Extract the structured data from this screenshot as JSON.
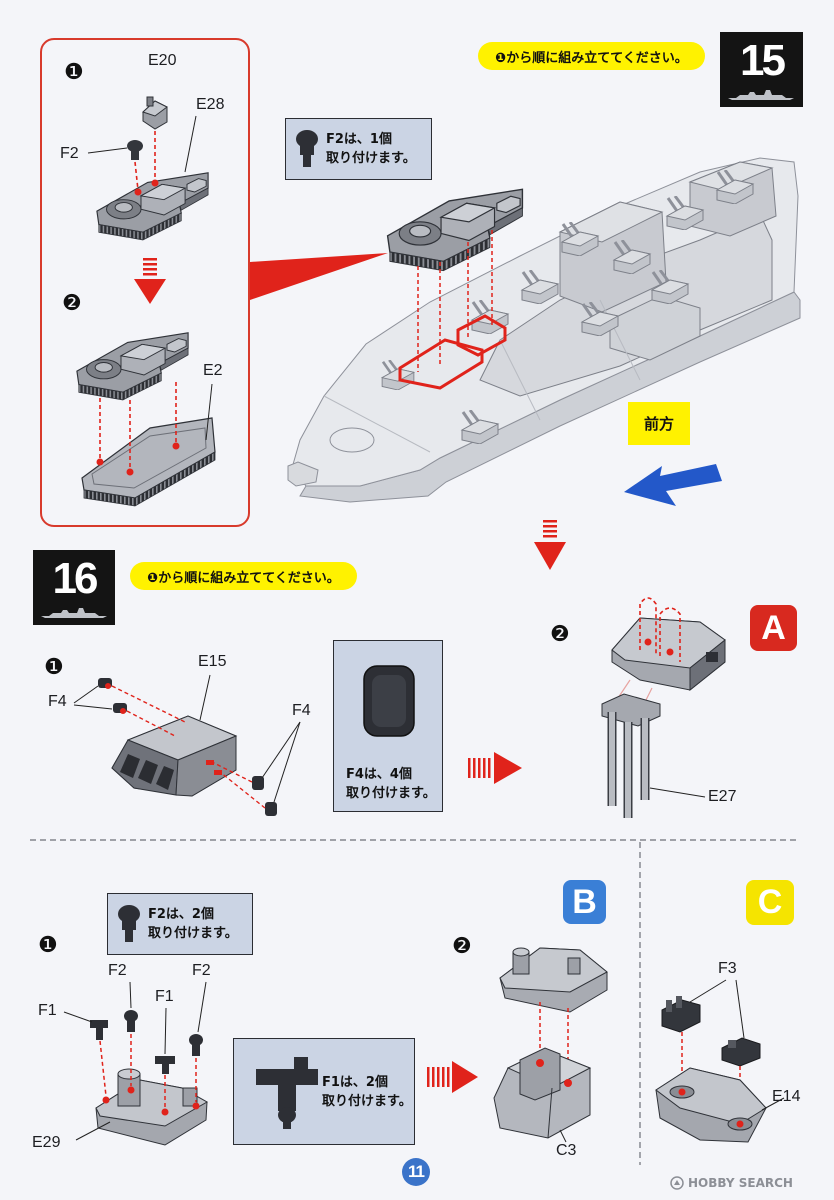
{
  "step15": {
    "number": "15",
    "instruction": "❶から順に組み立ててください。",
    "sub1": "❶",
    "sub2": "❷",
    "labels": {
      "e20": "E20",
      "e28": "E28",
      "f2": "F2",
      "e2": "E2"
    },
    "note": {
      "line1": "F2は、1個",
      "line2": "取り付けます。"
    },
    "direction": "前方"
  },
  "step16": {
    "number": "16",
    "instruction": "❶から順に組み立ててください。",
    "part_a": {
      "sub1": "❶",
      "labels": {
        "e15": "E15",
        "f4_left": "F4",
        "f4_right": "F4"
      },
      "note": {
        "line1": "F4は、4個",
        "line2": "取り付けます。"
      },
      "sub2": "❷",
      "badge": "A",
      "e27": "E27"
    },
    "part_b": {
      "sub1": "❶",
      "note_f2": {
        "line1": "F2は、2個",
        "line2": "取り付けます。"
      },
      "labels": {
        "f2_a": "F2",
        "f2_b": "F2",
        "f1_a": "F1",
        "f1_b": "F1",
        "e29": "E29"
      },
      "note_f1": {
        "line1": "F1は、2個",
        "line2": "取り付けます。"
      },
      "badge": "B",
      "sub2": "❷",
      "c3": "C3"
    },
    "part_c": {
      "badge": "C",
      "f3": "F3",
      "e14": "E14"
    }
  },
  "page_number": "11",
  "watermark": "HOBBY SEARCH",
  "colors": {
    "frame_red": "#d83a2c",
    "instruction_yellow": "#fff200",
    "note_blue": "#cbd4e4",
    "badge_a": "#d8291f",
    "badge_b": "#3a7fd6",
    "badge_c": "#f5e400",
    "direction_arrow": "#2358c9",
    "page_number": "#3a73c9"
  }
}
